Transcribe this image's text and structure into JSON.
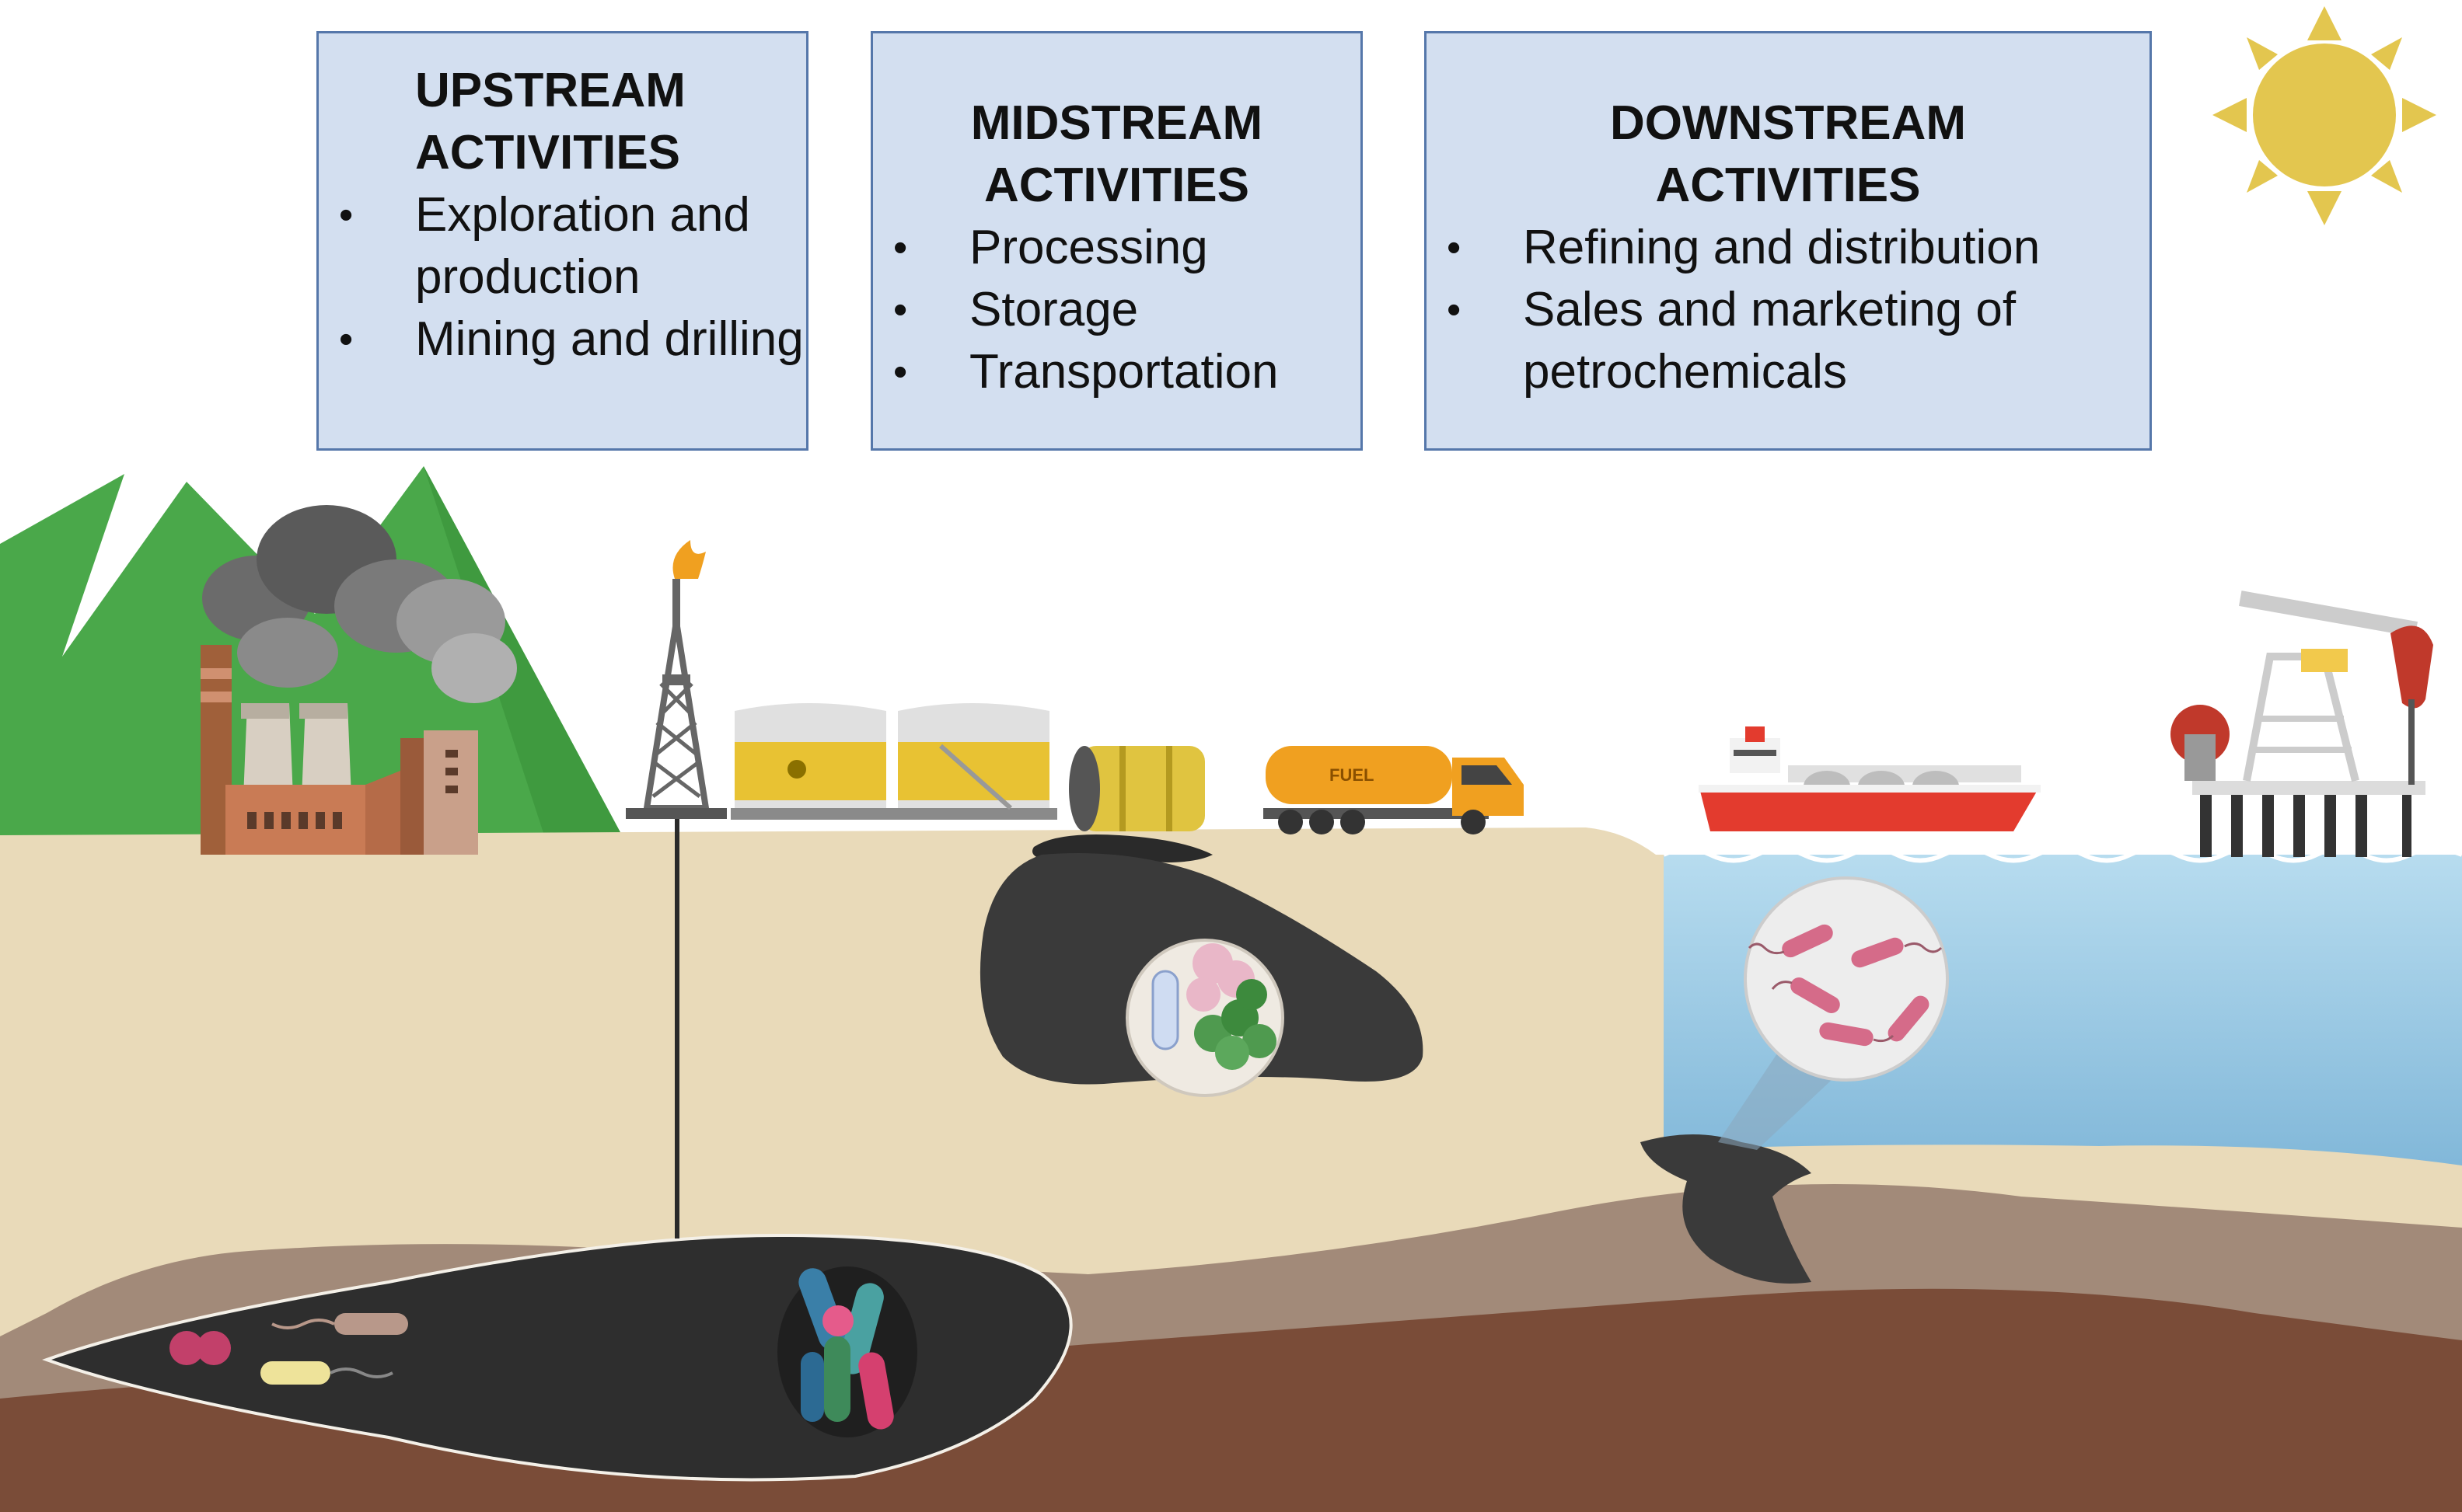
{
  "boxes": {
    "upstream": {
      "title_line1": "UPSTREAM",
      "title_line2": "ACTIVITIES",
      "items": [
        "Exploration and production",
        "Mining and drilling"
      ]
    },
    "midstream": {
      "title_line1": "MIDSTREAM",
      "title_line2": "ACTIVITIES",
      "items": [
        "Processing",
        "Storage",
        "Transportation"
      ]
    },
    "downstream": {
      "title_line1": "DOWNSTREAM",
      "title_line2": "ACTIVITIES",
      "items": [
        "Refining and distribution",
        "Sales and marketing of petrochemicals"
      ]
    }
  },
  "truck_label": "FUEL",
  "colors": {
    "box_fill": "#d3dff0",
    "box_border": "#5577aa",
    "ground": "#e9dab9",
    "oil": "#3a3a3a",
    "water": "#9ccbe6",
    "mountains": "#4aa84a",
    "sun": "#e3c64f"
  }
}
